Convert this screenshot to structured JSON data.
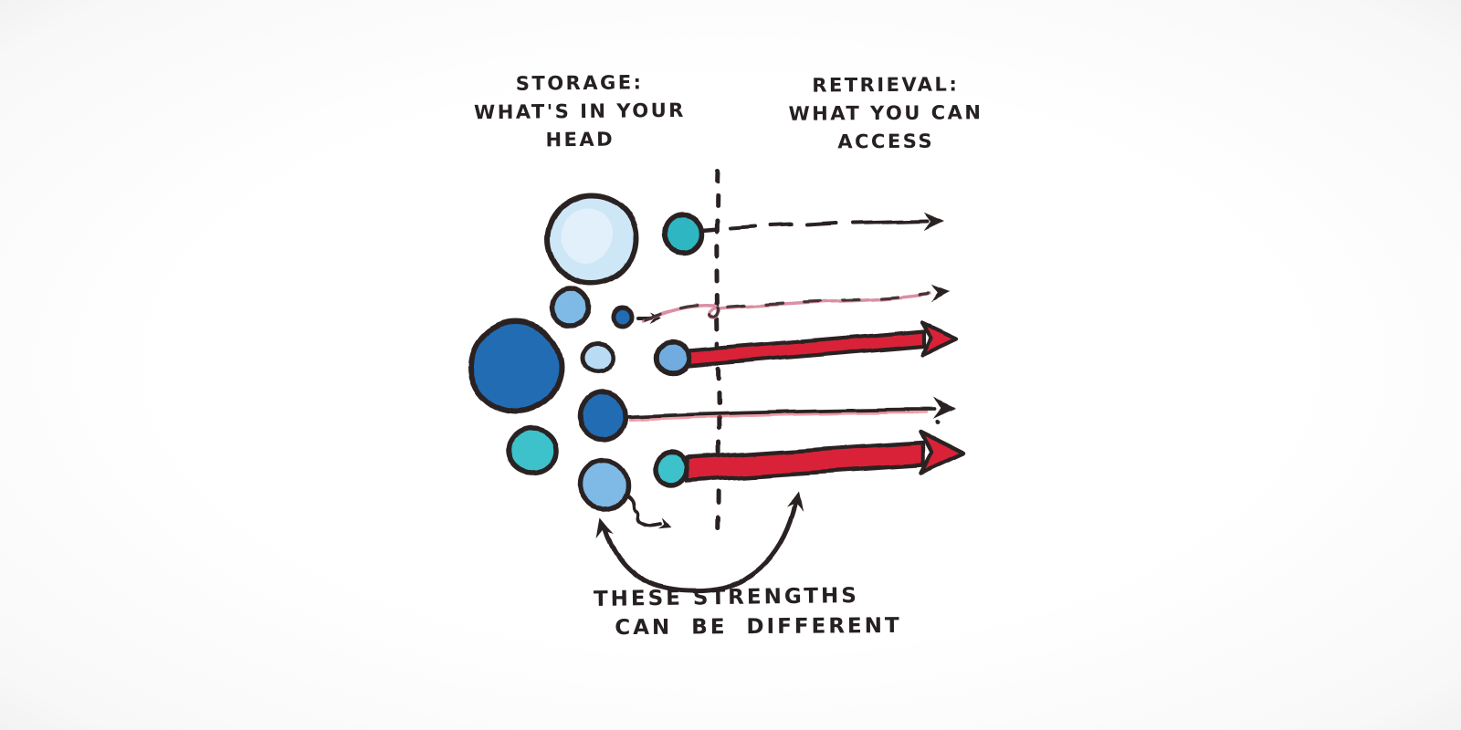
{
  "titles": {
    "storage": [
      "STORAGE:",
      "WHAT'S IN YOUR",
      "HEAD"
    ],
    "retrieval": [
      "RETRIEVAL:",
      "WHAT YOU CAN",
      "ACCESS"
    ]
  },
  "caption": [
    "THESE STRENGTHS",
    "CAN BE DIFFERENT"
  ],
  "colors": {
    "ink": "#2b2322",
    "pale_blue": "#cde7f7",
    "pale_blue_inner": "#e6f3fb",
    "sky_blue": "#b9dcf4",
    "light_blue": "#7fb9e6",
    "mid_blue": "#6facdf",
    "dark_blue": "#226cb4",
    "teal": "#3ec1cb",
    "teal_deep": "#2fb7c2",
    "red": "#d92239",
    "pink": "#db8fa4"
  }
}
